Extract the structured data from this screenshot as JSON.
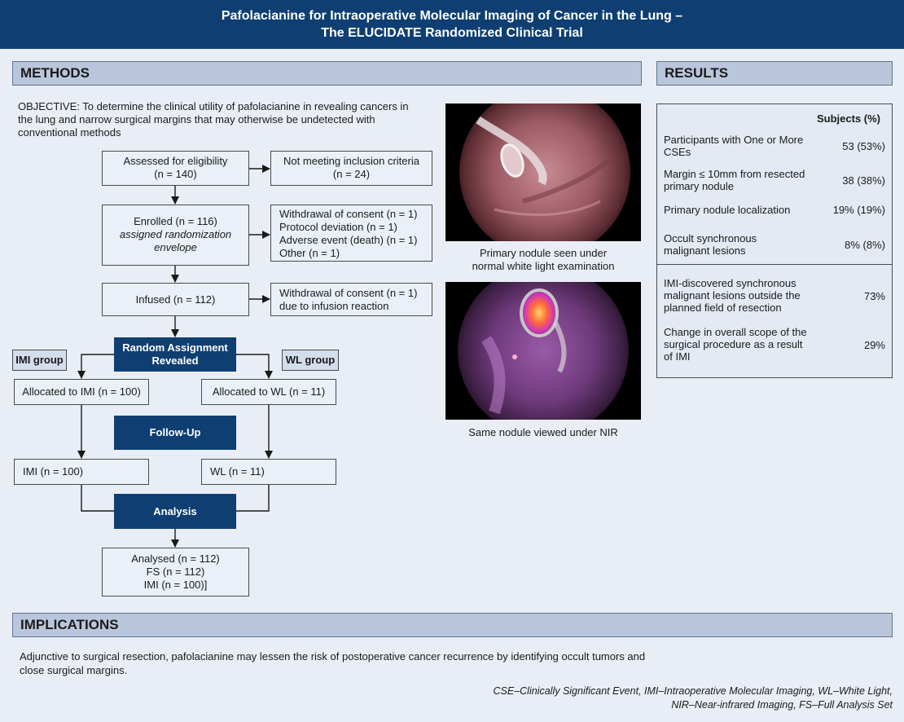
{
  "title": {
    "line1": "Pafolacianine for Intraoperative Molecular Imaging of Cancer in the Lung –",
    "line2": "The ELUCIDATE Randomized Clinical Trial"
  },
  "methods": {
    "heading": "METHODS",
    "objective": "OBJECTIVE: To determine the clinical utility of pafolacianine in revealing cancers in the lung and narrow surgical margins that may otherwise be undetected with conventional methods"
  },
  "flow": {
    "assessed": {
      "line1": "Assessed for eligibility",
      "line2": "(n = 140)"
    },
    "not_meeting": {
      "line1": "Not meeting inclusion criteria",
      "line2": "(n = 24)"
    },
    "enrolled": {
      "line1": "Enrolled (n = 116)",
      "line2": "assigned randomization",
      "line3": "envelope"
    },
    "excluded_enroll": [
      "Withdrawal of consent (n = 1)",
      "Protocol deviation (n = 1)",
      "Adverse event (death) (n = 1)",
      "Other (n = 1)"
    ],
    "infused": "Infused (n = 112)",
    "excluded_infuse": {
      "line1": "Withdrawal of consent (n = 1)",
      "line2": "due to infusion reaction"
    },
    "random": {
      "line1": "Random Assignment",
      "line2": "Revealed"
    },
    "imi_group": "IMI group",
    "wl_group": "WL group",
    "alloc_imi": "Allocated to IMI (n = 100)",
    "alloc_wl": "Allocated to WL (n = 11)",
    "follow_up": "Follow-Up",
    "imi": "IMI (n = 100)",
    "wl": "WL (n = 11)",
    "analysis": "Analysis",
    "analysed": {
      "line1": "Analysed (n = 112)",
      "line2": "FS (n = 112)",
      "line3": "IMI (n = 100)]"
    }
  },
  "images": {
    "caption1": {
      "line1": "Primary nodule seen under",
      "line2": "normal white light examination"
    },
    "caption2": "Same nodule viewed under NIR"
  },
  "results": {
    "heading": "RESULTS",
    "col_header": "Subjects (%)",
    "rows": [
      {
        "label": "Participants with One or More CSEs",
        "value": "53 (53%)"
      },
      {
        "label": "Margin ≤ 10mm from resected primary nodule",
        "value": "38 (38%)"
      },
      {
        "label": "Primary nodule localization",
        "value": "19% (19%)"
      },
      {
        "label": "Occult synchronous malignant lesions",
        "value": "8% (8%)"
      }
    ],
    "rows2": [
      {
        "label": "IMI-discovered synchronous malignant lesions outside the planned field of resection",
        "value": "73%"
      },
      {
        "label": "Change in overall scope of the surgical procedure as a result of IMI",
        "value": "29%"
      }
    ]
  },
  "implications": {
    "heading": "IMPLICATIONS",
    "text": "Adjunctive to surgical resection, pafolacianine may lessen the risk of postoperative cancer recurrence by identifying occult tumors and close surgical margins."
  },
  "footnote": {
    "line1": "CSE–Clinically Significant Event, IMI–Intraoperative Molecular Imaging, WL–White Light,",
    "line2": "NIR–Near-infrared Imaging, FS–Full Analysis Set"
  },
  "colors": {
    "navy": "#0f3f72",
    "header_band": "#b9c6db",
    "background": "#e9eef6"
  }
}
